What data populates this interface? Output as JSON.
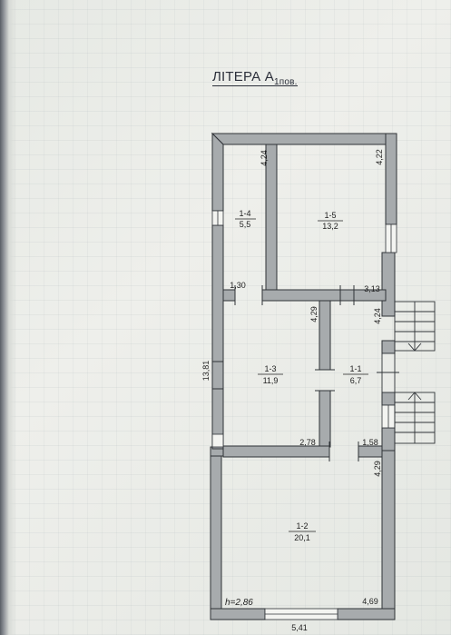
{
  "plan": {
    "title_main": "ЛІТЕРА А",
    "title_sub": "1пов."
  },
  "rooms": [
    {
      "id": "1-4",
      "area": "5,5"
    },
    {
      "id": "1-5",
      "area": "13,2"
    },
    {
      "id": "1-3",
      "area": "11,9"
    },
    {
      "id": "1-1",
      "area": "6,7"
    },
    {
      "id": "1-2",
      "area": "20,1"
    }
  ],
  "dimensions": {
    "d_4_24_top": "4,24",
    "d_4_22": "4,22",
    "d_1_30": "1,30",
    "d_3_13": "3,13",
    "d_4_29_mid": "4,29",
    "d_4_24_right": "4,24",
    "d_13_81": "13,81",
    "d_2_78": "2,78",
    "d_1_58": "1,58",
    "d_4_29_low": "4,29",
    "d_4_69": "4,69",
    "d_5_41": "5,41",
    "height": "h=2,86"
  },
  "colors": {
    "wall_fill": "#a7abad",
    "line": "#2f3337"
  }
}
